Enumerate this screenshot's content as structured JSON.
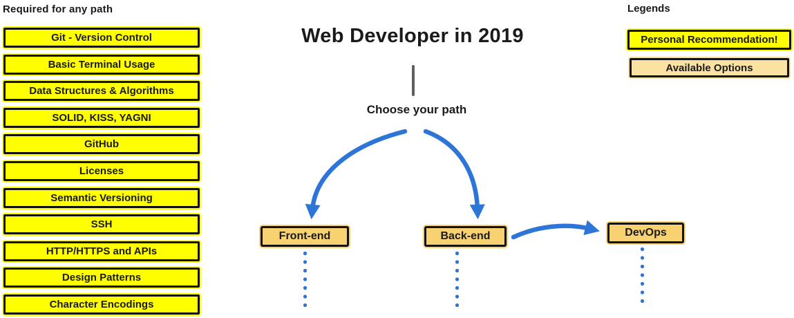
{
  "left_panel": {
    "title": "Required for any path",
    "items": [
      "Git - Version Control",
      "Basic Terminal Usage",
      "Data Structures & Algorithms",
      "SOLID, KISS, YAGNI",
      "GitHub",
      "Licenses",
      "Semantic Versioning",
      "SSH",
      "HTTP/HTTPS and APIs",
      "Design Patterns",
      "Character Encodings"
    ]
  },
  "main": {
    "title": "Web Developer in 2019",
    "choose_label": "Choose your path",
    "nodes": [
      {
        "label": "Front-end"
      },
      {
        "label": "Back-end"
      },
      {
        "label": "DevOps"
      }
    ]
  },
  "legends": {
    "title": "Legends",
    "items": [
      {
        "label": "Personal Recommendation!",
        "color": "#ffff00"
      },
      {
        "label": "Available Options",
        "color": "#fbe1a2"
      }
    ]
  },
  "colors": {
    "highlight_yellow": "#ffff00",
    "node_tan": "#f8d171",
    "legend_tan": "#fbe1a2",
    "arrow_blue": "#2e75d8",
    "connector_gray": "#5f5f5f",
    "ink": "#1a1a1a"
  }
}
